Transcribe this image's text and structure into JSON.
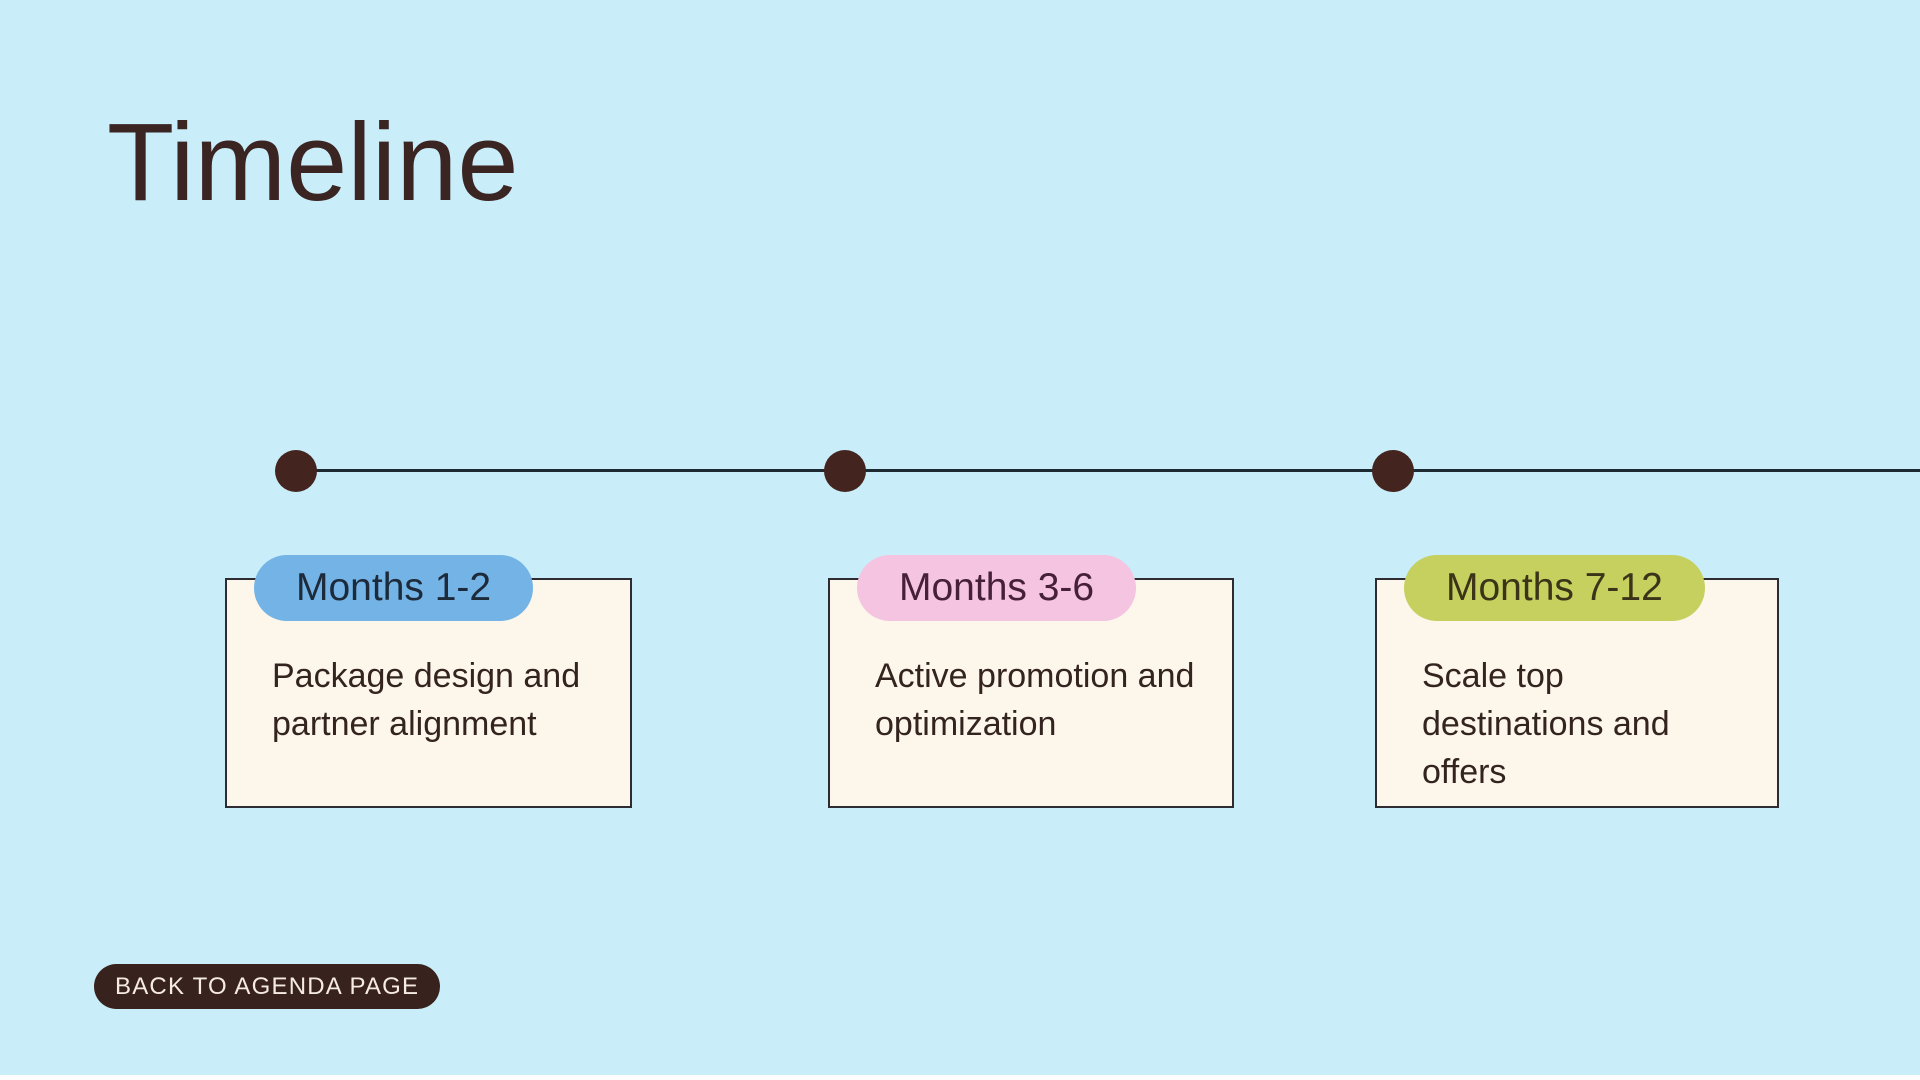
{
  "slide": {
    "title": "Timeline",
    "background_color": "#c9edf9",
    "title_color": "#3a2523"
  },
  "timeline": {
    "line_color": "#1e2a32",
    "dot_color": "#44241e",
    "card_bg": "#fdf6ea",
    "card_border_color": "#2e2b33",
    "items": [
      {
        "badge": "Months 1-2",
        "badge_bg": "#74b3e6",
        "badge_text_color": "#1d2a3a",
        "description": "Package design and partner alignment"
      },
      {
        "badge": "Months 3-6",
        "badge_bg": "#f4c4e1",
        "badge_text_color": "#462039",
        "description": "Active promotion and optimization"
      },
      {
        "badge": "Months 7-12",
        "badge_bg": "#c5d05f",
        "badge_text_color": "#3b3418",
        "description": "Scale top destinations and offers"
      }
    ]
  },
  "footer": {
    "back_button_label": "BACK TO AGENDA PAGE",
    "back_button_bg": "#38221e",
    "back_button_text_color": "#f5ebe3"
  }
}
